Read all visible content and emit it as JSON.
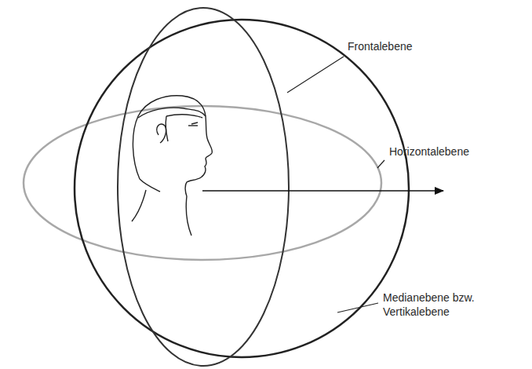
{
  "diagram": {
    "labels": [
      "Frontalebene",
      "Horizontalebene",
      "Medianebene bzw. Vertikalebene"
    ]
  }
}
